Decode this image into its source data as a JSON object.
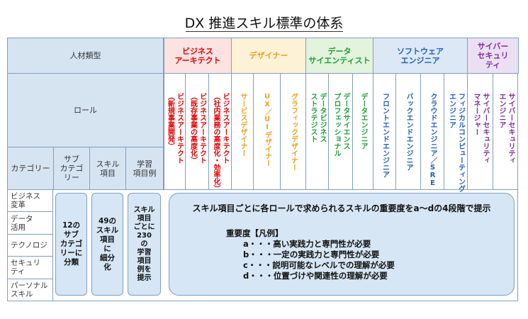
{
  "title": "DX 推進スキル標準の体系",
  "header": {
    "jinzai_ruikei": "人材類型",
    "role": "ロール",
    "category": "カテゴリー",
    "sub_category": "サブ\nカテゴ\nリー",
    "skill_item": "スキル\n項目",
    "learning_item": "学習\n項目例"
  },
  "groups": [
    {
      "label": "ビジネス\nアーキテクト",
      "color": "#e60000",
      "bg": "#fde2e2"
    },
    {
      "label": "デザイナー",
      "color": "#f0a020",
      "bg": "#fdf2d6"
    },
    {
      "label": "データ\nサイエンティスト",
      "color": "#1f9d3a",
      "bg": "#e3f3dc"
    },
    {
      "label": "ソフトウェア\nエンジニア",
      "color": "#1f5fbf",
      "bg": "#dde8f6"
    },
    {
      "label": "サイバー\nセキュリ\nティ",
      "color": "#7a2ea0",
      "bg": "#ebe0f3"
    }
  ],
  "roles": [
    {
      "lines": [
        "ビジネスアーキテクト",
        "（新規事業開発）"
      ],
      "color": "#e60000"
    },
    {
      "lines": [
        "ビジネスアーキテクト",
        "（既存事業の高度化）"
      ],
      "color": "#e60000"
    },
    {
      "lines": [
        "ビジネスアーキテクト",
        "（社内業務の高度化・効率化）"
      ],
      "color": "#e60000"
    },
    {
      "lines": [
        "サービスデザイナー"
      ],
      "color": "#f0a020"
    },
    {
      "lines": [
        "UX／UIデザイナー"
      ],
      "color": "#f0a020"
    },
    {
      "lines": [
        "グラフィックデザイナー"
      ],
      "color": "#f0a020"
    },
    {
      "lines": [
        "データビジネス",
        "ストラテジスト"
      ],
      "color": "#1f9d3a"
    },
    {
      "lines": [
        "データサイエンス",
        "プロフェッショナル"
      ],
      "color": "#1f9d3a"
    },
    {
      "lines": [
        "データエンジニア"
      ],
      "color": "#1f9d3a"
    },
    {
      "lines": [
        "フロントエンドエンジニア"
      ],
      "color": "#1f5fbf"
    },
    {
      "lines": [
        "バックエンドエンジニア"
      ],
      "color": "#1f5fbf"
    },
    {
      "lines": [
        "クラウドエンジニア／SRE"
      ],
      "color": "#1f5fbf"
    },
    {
      "lines": [
        "フィジカルコンピューティング",
        "エンジニア"
      ],
      "color": "#1f5fbf"
    },
    {
      "lines": [
        "サイバーセキュリティ",
        "マネージャー"
      ],
      "color": "#7a2ea0"
    },
    {
      "lines": [
        "サイバーセキュリティ",
        "エンジニア"
      ],
      "color": "#7a2ea0"
    }
  ],
  "categories": [
    "ビジネス\n変革",
    "データ\n活用",
    "テクノロジ",
    "セキュリ\nティ",
    "パーソナル\nスキル"
  ],
  "boxes": {
    "sub": "12の\nサブ\nカテゴ\nリーに\n分類",
    "skill": "49の\nスキル\n項目\nに\n細分\n化",
    "learning": "スキル\n項目\nごとに\n230\nの\n学習\n項目\n例を\n提示"
  },
  "main_box": {
    "headline": "スキル項目ごとに各ロールで求められるスキルの重要度をa～dの4段階で提示",
    "legend_title": "重要度【凡例】",
    "legend_items": [
      "a・・・高い実践力と専門性が必要",
      "b・・・一定の実践力と専門性が必要",
      "c・・・説明可能なレベルでの理解が必要",
      "d・・・位置づけや関連性の理解が必要"
    ]
  }
}
